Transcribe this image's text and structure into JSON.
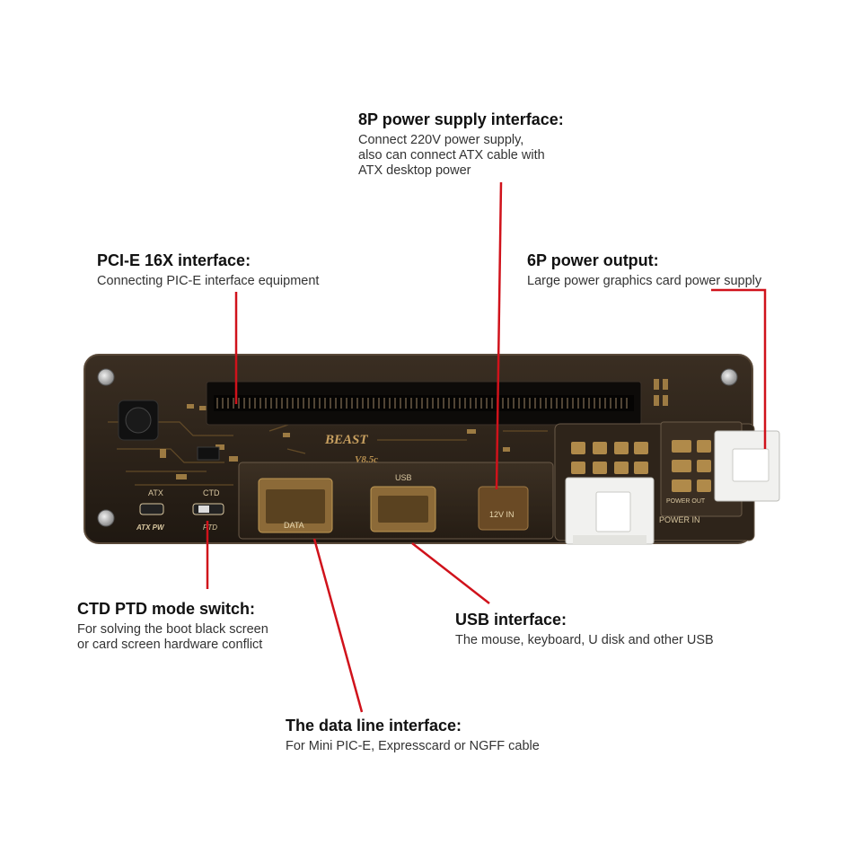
{
  "callouts": {
    "power8p": {
      "title": "8P power supply interface:",
      "lines": [
        "Connect 220V power supply,",
        "also can connect ATX cable with",
        "ATX desktop power"
      ]
    },
    "pcie": {
      "title": "PCI-E 16X interface:",
      "lines": [
        "Connecting PIC-E interface equipment"
      ]
    },
    "power6p": {
      "title": "6P power output:",
      "lines": [
        "Large power graphics card power supply"
      ]
    },
    "ctd": {
      "title": "CTD PTD mode switch:",
      "lines": [
        "For solving the boot black screen",
        "or card screen hardware conflict"
      ]
    },
    "usb": {
      "title": "USB interface:",
      "lines": [
        "The mouse, keyboard, U disk and other USB"
      ]
    },
    "dataline": {
      "title": "The data line interface:",
      "lines": [
        "For Mini PIC-E, Expresscard or NGFF cable"
      ]
    }
  },
  "board_labels": {
    "brand": "BEAST",
    "version": "V8.5c",
    "atx": "ATX",
    "atx_pw": "ATX PW",
    "ctd": "CTD",
    "ptd": "PTD",
    "data": "DATA",
    "usb": "USB",
    "v12": "12V IN",
    "power_out": "POWER OUT",
    "power_in": "POWER IN"
  },
  "colors": {
    "leader_line": "#d0121b",
    "board": "#2b2118",
    "board_edge": "#5a4a3a",
    "trace": "#7a5c2e",
    "connector_white": "#f1f1ef"
  }
}
